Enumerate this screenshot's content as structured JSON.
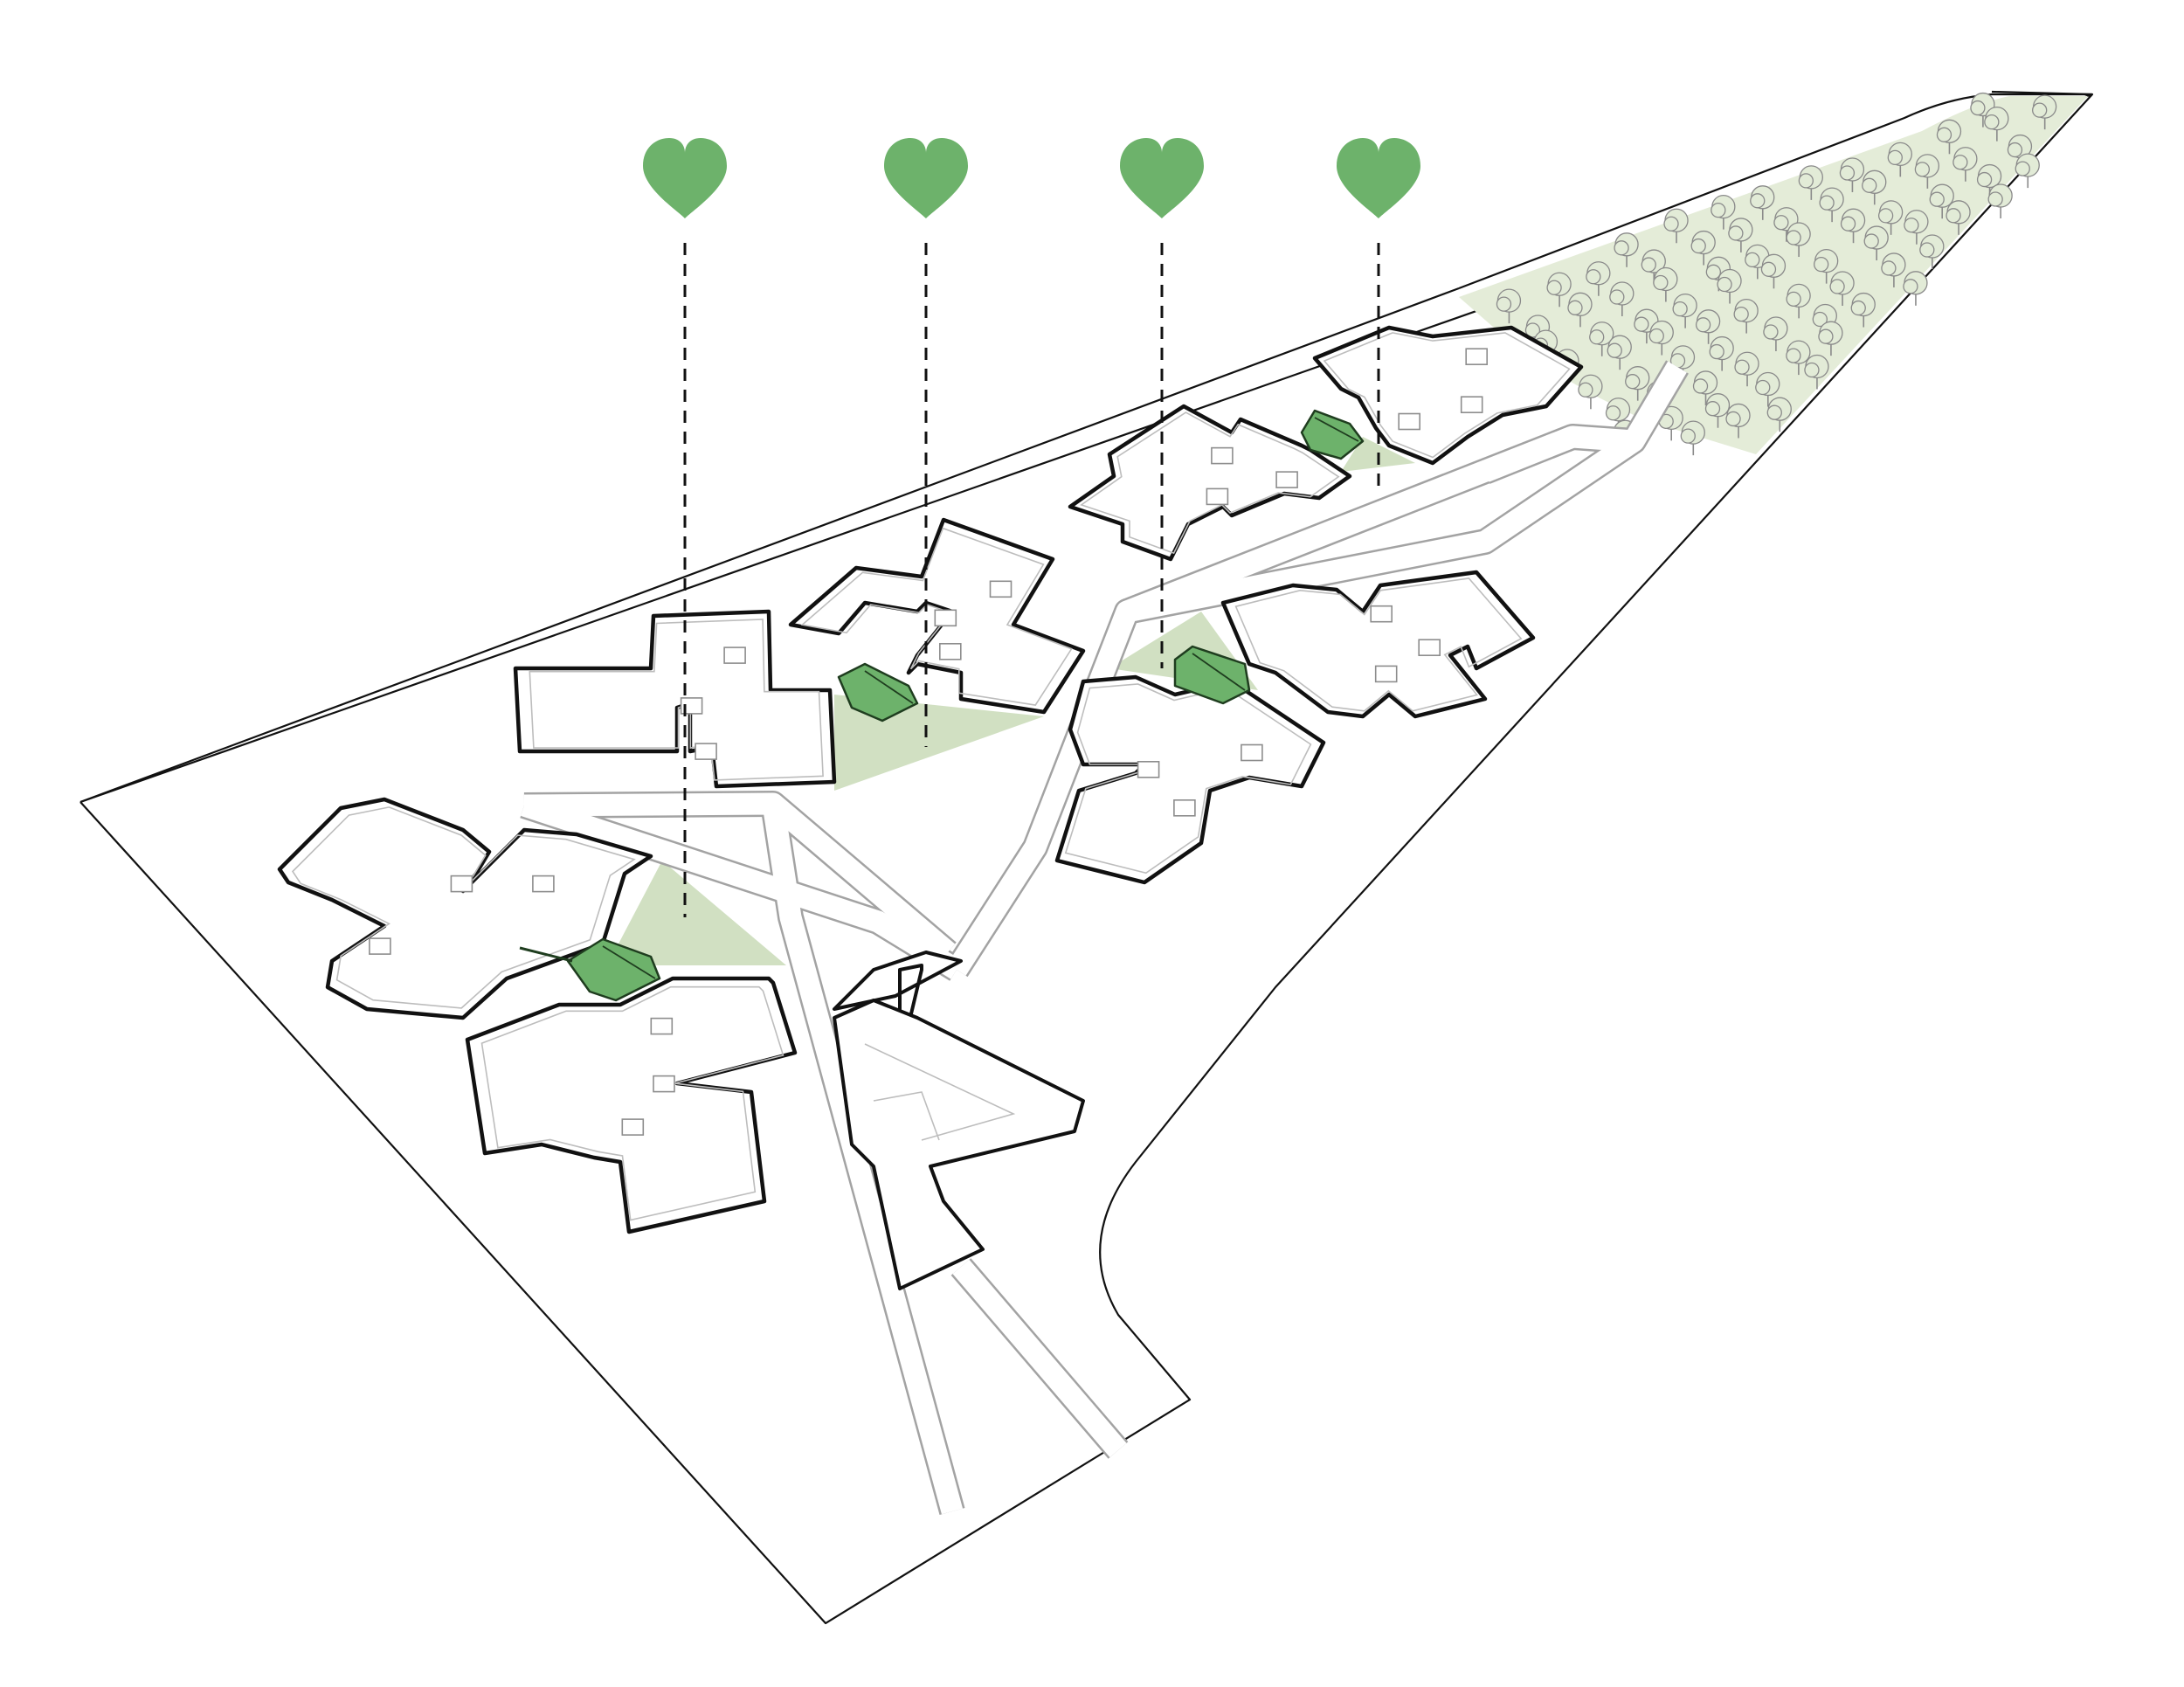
{
  "diagram": {
    "colors": {
      "accent_green": "#6db26b",
      "light_green": "#c9dab7",
      "outline": "#111111",
      "road_grey": "#a3a3a3",
      "tree_fill": "#e2ebd7"
    },
    "markers": [
      {
        "name": "heart-marker-1",
        "icon": "heart-icon"
      },
      {
        "name": "heart-marker-2",
        "icon": "heart-icon"
      },
      {
        "name": "heart-marker-3",
        "icon": "heart-icon"
      },
      {
        "name": "heart-marker-4",
        "icon": "heart-icon"
      }
    ],
    "building_count": 8,
    "pavilion_count": 4,
    "tree_icon": "tree-icon"
  }
}
